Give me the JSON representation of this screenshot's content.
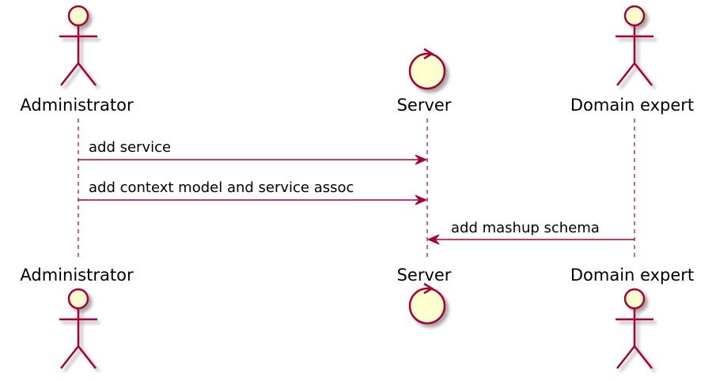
{
  "participants": [
    {
      "name": "Administrator",
      "kind": "actor"
    },
    {
      "name": "Server",
      "kind": "control"
    },
    {
      "name": "Domain expert",
      "kind": "actor"
    }
  ],
  "messages": [
    {
      "from": "Administrator",
      "to": "Server",
      "label": "add service"
    },
    {
      "from": "Administrator",
      "to": "Server",
      "label": "add context model and service assoc"
    },
    {
      "from": "Domain expert",
      "to": "Server",
      "label": "add mashup schema"
    }
  ],
  "colors": {
    "line": "#A80036",
    "fill": "#FEFECE"
  }
}
